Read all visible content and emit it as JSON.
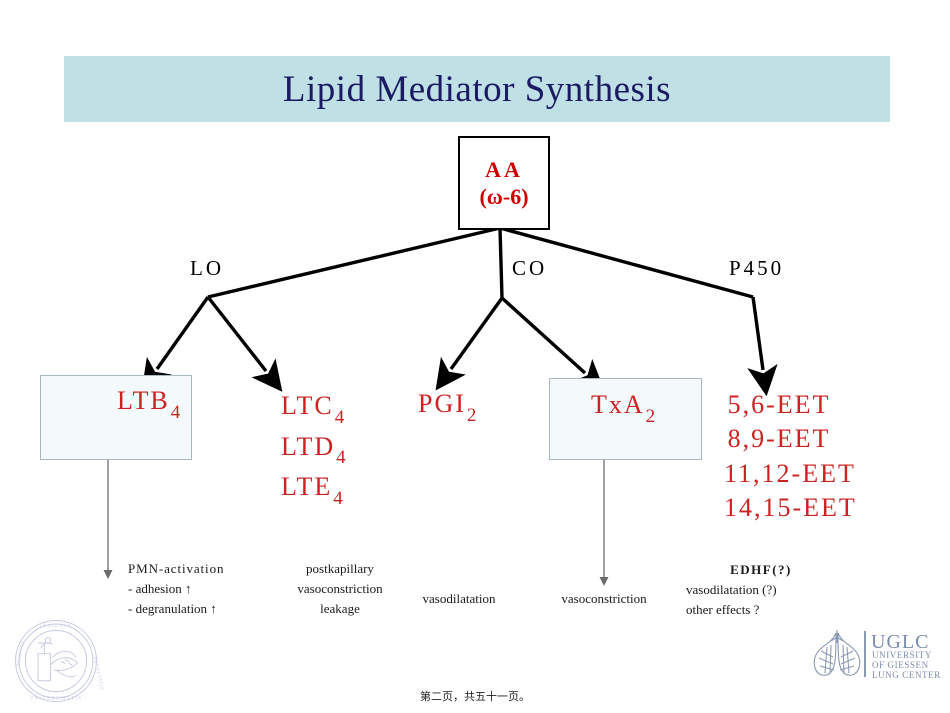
{
  "slide": {
    "title": "Lipid Mediator Synthesis",
    "title_band_color": "#bfe0e4",
    "title_text_color": "#1b1b63",
    "accent_red": "#cc2222",
    "footer": "第二页，共五十一页。"
  },
  "source": {
    "label_line1": "AA",
    "label_line2": "(ω-6)",
    "color": "#cc0000"
  },
  "enzymes": [
    {
      "label": "LO"
    },
    {
      "label": "CO"
    },
    {
      "label": "P450"
    }
  ],
  "products": {
    "ltb4": {
      "name": "LTB",
      "sub": "4"
    },
    "lt_series": [
      {
        "name": "LTC",
        "sub": "4"
      },
      {
        "name": "LTD",
        "sub": "4"
      },
      {
        "name": "LTE",
        "sub": "4"
      }
    ],
    "pgi2": {
      "name": "PGI",
      "sub": "2"
    },
    "txa2": {
      "name": "TxA",
      "sub": "2"
    },
    "eets": [
      "5,6-EET",
      "8,9-EET",
      "11,12-EET",
      "14,15-EET"
    ]
  },
  "effects": {
    "ltb4": [
      "PMN-activation",
      "- adhesion ↑",
      "- degranulation ↑"
    ],
    "lt_series": [
      "postkapillary",
      "vasoconstriction",
      "leakage"
    ],
    "pgi2": [
      "vasodilatation"
    ],
    "txa2": [
      "vasoconstriction"
    ],
    "eets": {
      "heading": "EDHF(?)",
      "lines": [
        "vasodilatation (?)",
        "other effects ?"
      ]
    }
  },
  "logos": {
    "seal": "university-seal-watermark",
    "uglc": {
      "acronym": "UGLC",
      "line1": "UNIVERSITY",
      "line2": "OF GIESSEN",
      "line3": "LUNG CENTER"
    }
  }
}
